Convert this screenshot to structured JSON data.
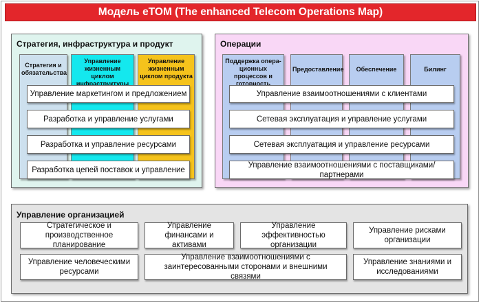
{
  "title": "Модель eTOM (The enhanced Telecom Operations Map)",
  "strategy": {
    "title": "Стратегия, инфраструктура и продукт",
    "columns": [
      "Стратегия и обязательства",
      "Управление жизненным циклом инфраструктуры",
      "Управление жизненным циклом продукта"
    ],
    "rows": [
      "Управление маркетингом и предложением",
      "Разработка и управление услугами",
      "Разработка и управление ресурсами",
      "Разработка цепей поставок и управление"
    ]
  },
  "operations": {
    "title": "Операции",
    "columns": [
      "Поддержка опера-ционных процессов и готовность",
      "Предоставление",
      "Обеспечение",
      "Билинг"
    ],
    "rows": [
      "Управление взаимоотношениями с клиентами",
      "Сетевая эксплуатация и управление услугами",
      "Сетевая эксплуатация и управление ресурсами",
      "Управление взаимоотношениями с поставщиками/партнерами"
    ]
  },
  "enterprise": {
    "title": "Управление организацией",
    "boxes": [
      "Стратегическое и производственное планирование",
      "Управление финансами и активами",
      "Управление эффективностью организации",
      "Управление рисками организации",
      "Управление человеческими ресурсами",
      "Управление взаимоотношениями с заинтересованными сторонами и внешними связями",
      "Управление знаниями и исследованиями"
    ]
  },
  "colors": {
    "title_bar": "#e3262b",
    "strategy_panel": "#dff4ee",
    "col_strategy": "#cde0ee",
    "col_infrastructure": "#14e8ee",
    "col_product": "#f5c31c",
    "operations_panel": "#f9d7f6",
    "operations_col": "#b8cdf0",
    "enterprise_panel": "#e4e4e4"
  }
}
